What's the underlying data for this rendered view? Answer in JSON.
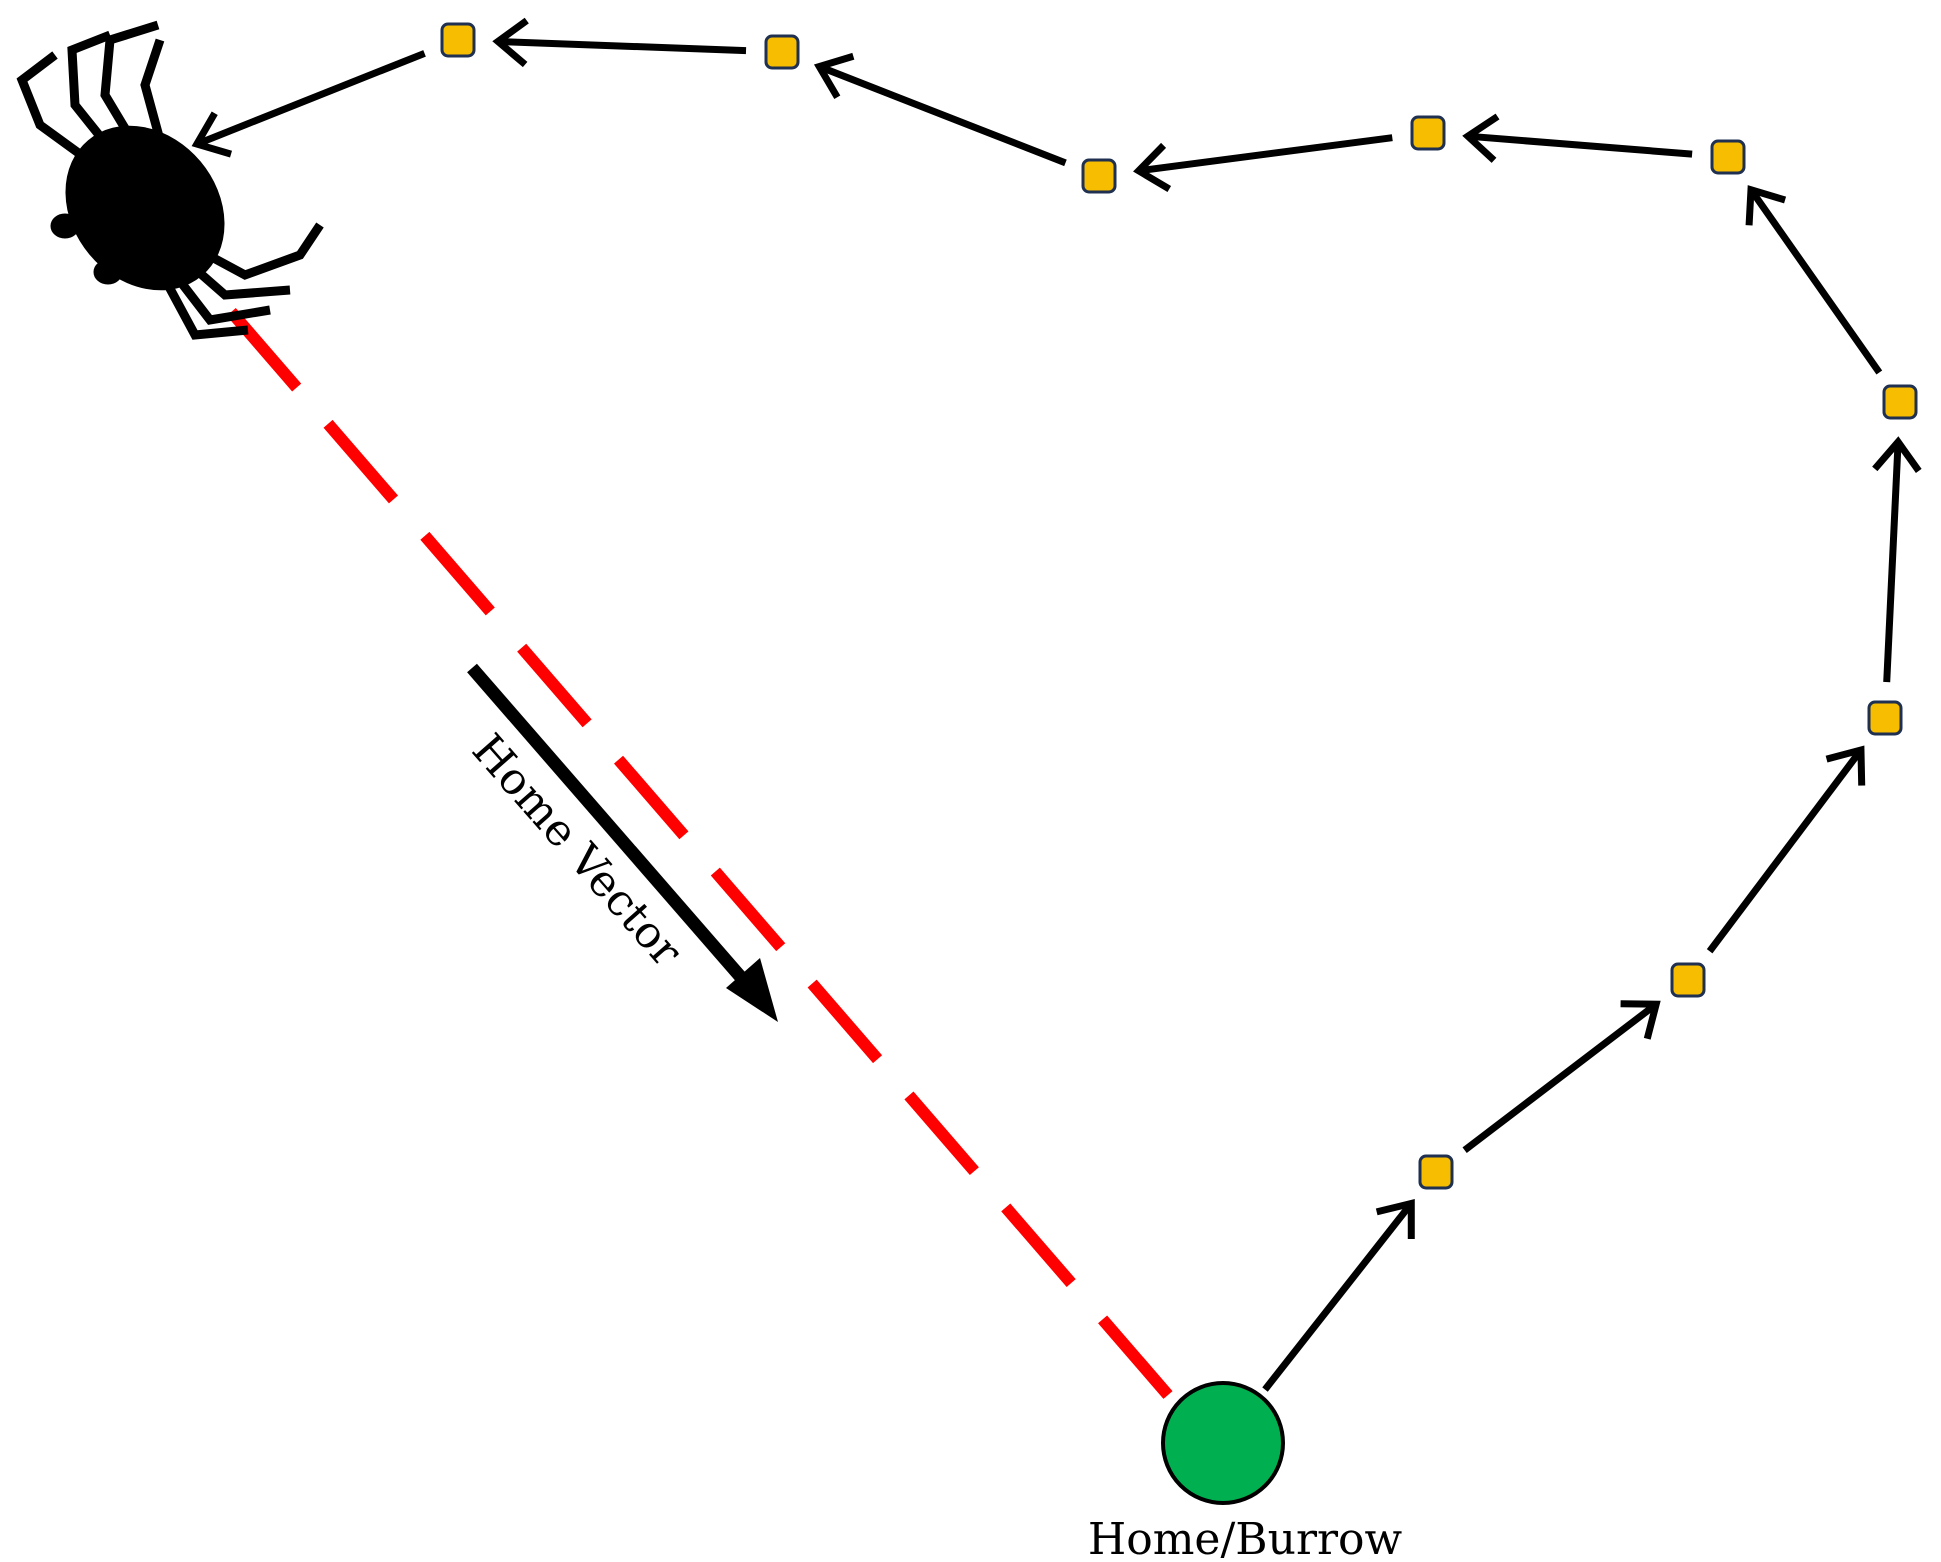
{
  "labels": {
    "home": "Home/Burrow",
    "vector": "Home Vector"
  },
  "colors": {
    "waypoint_fill": "#f7bd00",
    "waypoint_stroke": "#1f3050",
    "home_fill": "#00b050",
    "return_path": "#ff0000",
    "arrow": "#000000",
    "spider": "#000000"
  },
  "icons": {
    "waypoint": "square-marker",
    "home": "circle-marker",
    "animal": "spider-icon"
  }
}
